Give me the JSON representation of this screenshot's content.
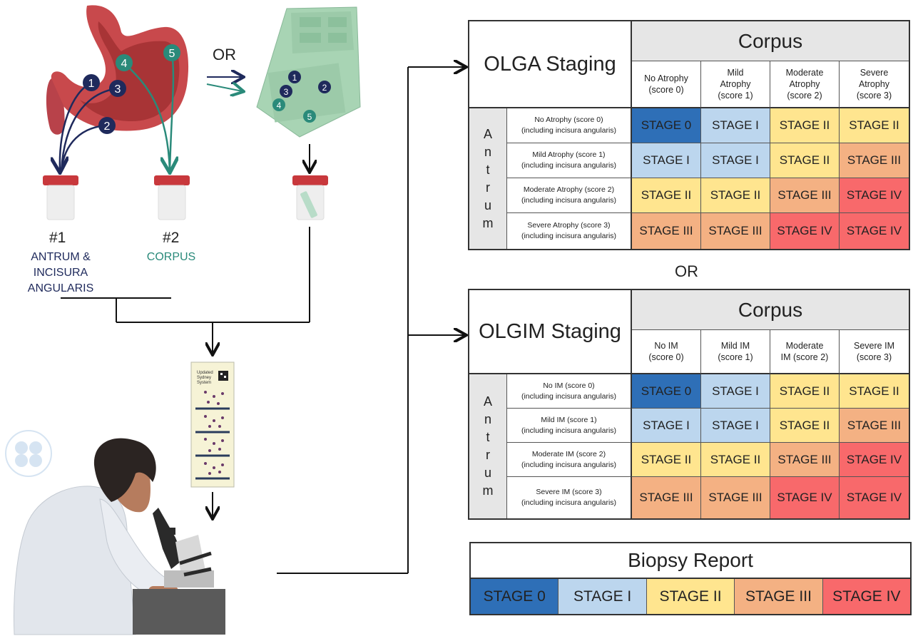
{
  "colors": {
    "stage0": "#2e6fb7",
    "stage1": "#bcd6ee",
    "stage2": "#ffe58f",
    "stage3": "#f4b183",
    "stage4": "#f8696b",
    "navy": "#1f2a5c",
    "teal": "#2a8a7a"
  },
  "left": {
    "or_label": "OR",
    "jar1_number": "#1",
    "jar1_site_line1": "ANTRUM &",
    "jar1_site_line2": "INCISURA ANGULARIS",
    "jar2_number": "#2",
    "jar2_site": "CORPUS",
    "biopsy_points": [
      "1",
      "2",
      "3",
      "4",
      "5"
    ],
    "slide_text_line1": "Updated",
    "slide_text_line2": "Sydney",
    "slide_text_line3": "System"
  },
  "olga": {
    "title": "OLGA Staging",
    "corpus_label": "Corpus",
    "antrum_label": [
      "A",
      "n",
      "t",
      "r",
      "u",
      "m"
    ],
    "columns": [
      {
        "line1": "No Atrophy",
        "line2": "(score 0)",
        "line3": ""
      },
      {
        "line1": "Mild",
        "line2": "Atrophy",
        "line3": "(score 1)"
      },
      {
        "line1": "Moderate",
        "line2": "Atrophy",
        "line3": "(score 2)"
      },
      {
        "line1": "Severe",
        "line2": "Atrophy",
        "line3": "(score 3)"
      }
    ],
    "rows": [
      {
        "line1": "No Atrophy (score 0)",
        "line2": "(including incisura angularis)",
        "cells": [
          "STAGE 0",
          "STAGE I",
          "STAGE II",
          "STAGE II"
        ],
        "levels": [
          0,
          1,
          2,
          2
        ]
      },
      {
        "line1": "Mild Atrophy (score 1)",
        "line2": "(including incisura angularis)",
        "cells": [
          "STAGE I",
          "STAGE I",
          "STAGE II",
          "STAGE III"
        ],
        "levels": [
          1,
          1,
          2,
          3
        ]
      },
      {
        "line1": "Moderate Atrophy (score 2)",
        "line2": "(including incisura angularis)",
        "cells": [
          "STAGE II",
          "STAGE II",
          "STAGE III",
          "STAGE IV"
        ],
        "levels": [
          2,
          2,
          3,
          4
        ]
      },
      {
        "line1": "Severe Atrophy (score 3)",
        "line2": "(including incisura angularis)",
        "cells": [
          "STAGE III",
          "STAGE III",
          "STAGE IV",
          "STAGE IV"
        ],
        "levels": [
          3,
          3,
          4,
          4
        ]
      }
    ]
  },
  "middle_or": "OR",
  "olgim": {
    "title": "OLGIM Staging",
    "corpus_label": "Corpus",
    "antrum_label": [
      "A",
      "n",
      "t",
      "r",
      "u",
      "m"
    ],
    "columns": [
      {
        "line1": "No IM",
        "line2": "(score 0)",
        "line3": ""
      },
      {
        "line1": "Mild IM",
        "line2": "(score 1)",
        "line3": ""
      },
      {
        "line1": "Moderate",
        "line2": "IM (score 2)",
        "line3": ""
      },
      {
        "line1": "Severe IM",
        "line2": "(score 3)",
        "line3": ""
      }
    ],
    "rows": [
      {
        "line1": "No IM (score 0)",
        "line2": "(including incisura angularis)",
        "cells": [
          "STAGE 0",
          "STAGE I",
          "STAGE II",
          "STAGE II"
        ],
        "levels": [
          0,
          1,
          2,
          2
        ]
      },
      {
        "line1": "Mild IM (score 1)",
        "line2": "(including incisura angularis)",
        "cells": [
          "STAGE I",
          "STAGE I",
          "STAGE II",
          "STAGE III"
        ],
        "levels": [
          1,
          1,
          2,
          3
        ]
      },
      {
        "line1": "Moderate IM (score 2)",
        "line2": "(including incisura angularis)",
        "cells": [
          "STAGE II",
          "STAGE II",
          "STAGE III",
          "STAGE IV"
        ],
        "levels": [
          2,
          2,
          3,
          4
        ]
      },
      {
        "line1": "Severe IM (score 3)",
        "line2": "(including incisura angularis)",
        "cells": [
          "STAGE III",
          "STAGE III",
          "STAGE IV",
          "STAGE IV"
        ],
        "levels": [
          3,
          3,
          4,
          4
        ]
      }
    ]
  },
  "report": {
    "title": "Biopsy Report",
    "stages": [
      "STAGE 0",
      "STAGE I",
      "STAGE II",
      "STAGE III",
      "STAGE IV"
    ],
    "levels": [
      0,
      1,
      2,
      3,
      4
    ]
  }
}
